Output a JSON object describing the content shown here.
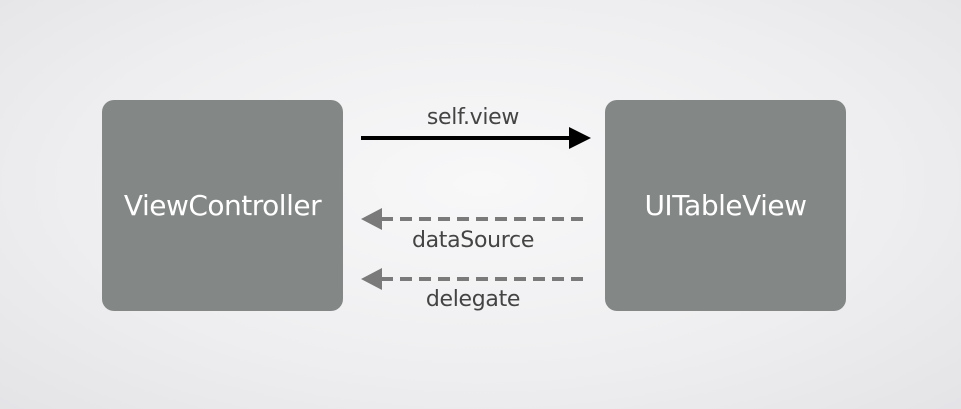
{
  "nodes": {
    "view_controller": "ViewController",
    "table_view": "UITableView"
  },
  "edges": {
    "self_view": "self.view",
    "data_source": "dataSource",
    "delegate": "delegate"
  },
  "colors": {
    "node_fill": "#838785",
    "solid_arrow": "#000000",
    "dashed_arrow": "#7a7a7a"
  }
}
